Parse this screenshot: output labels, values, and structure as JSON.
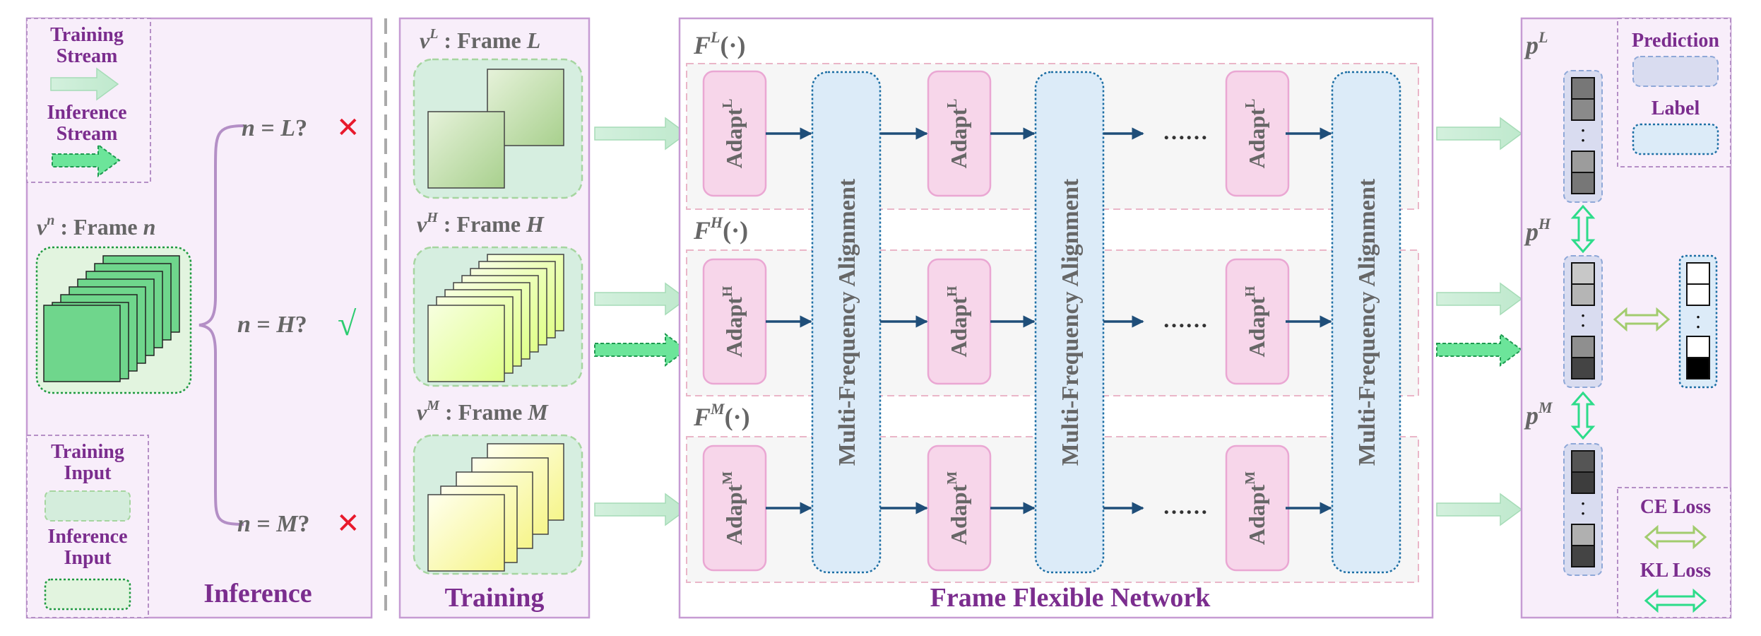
{
  "legend": {
    "training_stream": "Training\nStream",
    "inference_stream": "Inference\nStream",
    "training_input": "Training\nInput",
    "inference_input": "Inference\nInput"
  },
  "inference": {
    "frame_label": {
      "var": "v",
      "sup": "n",
      "text": ": Frame ",
      "it": "n"
    },
    "cond_L": {
      "lhs": "n",
      "eq": " = ",
      "rhs": "L",
      "q": "?",
      "mark": "✕"
    },
    "cond_H": {
      "lhs": "n",
      "eq": " = ",
      "rhs": "H",
      "q": "?",
      "mark": "√"
    },
    "cond_M": {
      "lhs": "n",
      "eq": " = ",
      "rhs": "M",
      "q": "?",
      "mark": "✕"
    },
    "title": "Inference"
  },
  "training": {
    "frame_L": {
      "var": "v",
      "sup": "L",
      "text": " : Frame ",
      "it": "L"
    },
    "frame_H": {
      "var": "v",
      "sup": "H",
      "text": " : Frame ",
      "it": "H"
    },
    "frame_M": {
      "var": "v",
      "sup": "M",
      "text": " : Frame ",
      "it": "M"
    },
    "title": "Training"
  },
  "network": {
    "title": "Frame Flexible Network",
    "F_L": {
      "var": "F",
      "sup": "L",
      "arg": "(·)"
    },
    "F_H": {
      "var": "F",
      "sup": "H",
      "arg": "(·)"
    },
    "F_M": {
      "var": "F",
      "sup": "M",
      "arg": "(·)"
    },
    "adapt": "Adapt",
    "sup_L": "L",
    "sup_H": "H",
    "sup_M": "M",
    "mfa": "Multi-Frequency Alignment",
    "ellipsis": "……"
  },
  "output": {
    "p_L": {
      "var": "p",
      "sup": "L"
    },
    "p_H": {
      "var": "p",
      "sup": "H"
    },
    "p_M": {
      "var": "p",
      "sup": "M"
    },
    "prediction": "Prediction",
    "label": "Label",
    "ce_loss": "CE Loss",
    "kl_loss": "KL Loss"
  },
  "colors": {
    "purple_text": "#7b2d8e",
    "gray_text": "#666666",
    "panel_bg": "#f8eefa",
    "panel_border": "#c69bd3",
    "adapt_fill": "#f7d6ea",
    "mfa_fill": "#dcebf8",
    "arrow_blue": "#1f4e79",
    "green": "#2ecc71",
    "red": "#e8192c"
  }
}
